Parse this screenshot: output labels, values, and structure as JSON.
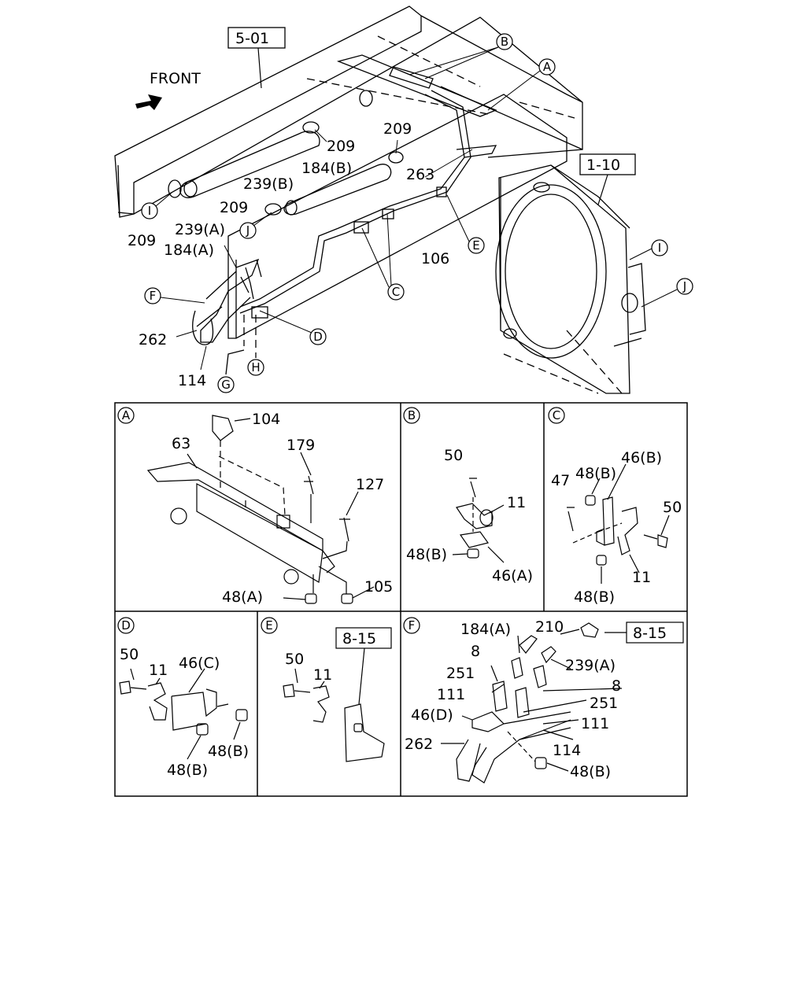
{
  "main": {
    "front_label": "FRONT",
    "refs": [
      "5-01",
      "1-10"
    ],
    "callouts": [
      "B",
      "A",
      "I",
      "J",
      "E",
      "C",
      "D",
      "H",
      "G",
      "F"
    ],
    "labels": [
      "209",
      "209",
      "209",
      "209",
      "239(B)",
      "184(B)",
      "263",
      "239(A)",
      "184(A)",
      "106",
      "262",
      "114"
    ]
  },
  "panel_a": {
    "tag": "A",
    "labels": [
      "104",
      "63",
      "179",
      "127",
      "48(A)",
      "105"
    ]
  },
  "panel_b": {
    "tag": "B",
    "labels": [
      "50",
      "11",
      "48(B)",
      "46(A)"
    ]
  },
  "panel_c": {
    "tag": "C",
    "labels": [
      "46(B)",
      "48(B)",
      "47",
      "50",
      "11",
      "48(B)"
    ]
  },
  "panel_d": {
    "tag": "D",
    "labels": [
      "50",
      "11",
      "46(C)",
      "48(B)",
      "48(B)"
    ]
  },
  "panel_e": {
    "tag": "E",
    "ref": "8-15",
    "labels": [
      "50",
      "11"
    ]
  },
  "panel_f": {
    "tag": "F",
    "ref": "8-15",
    "labels": [
      "184(A)",
      "210",
      "8",
      "239(A)",
      "251",
      "8",
      "111",
      "251",
      "46(D)",
      "111",
      "262",
      "114",
      "48(B)"
    ]
  }
}
